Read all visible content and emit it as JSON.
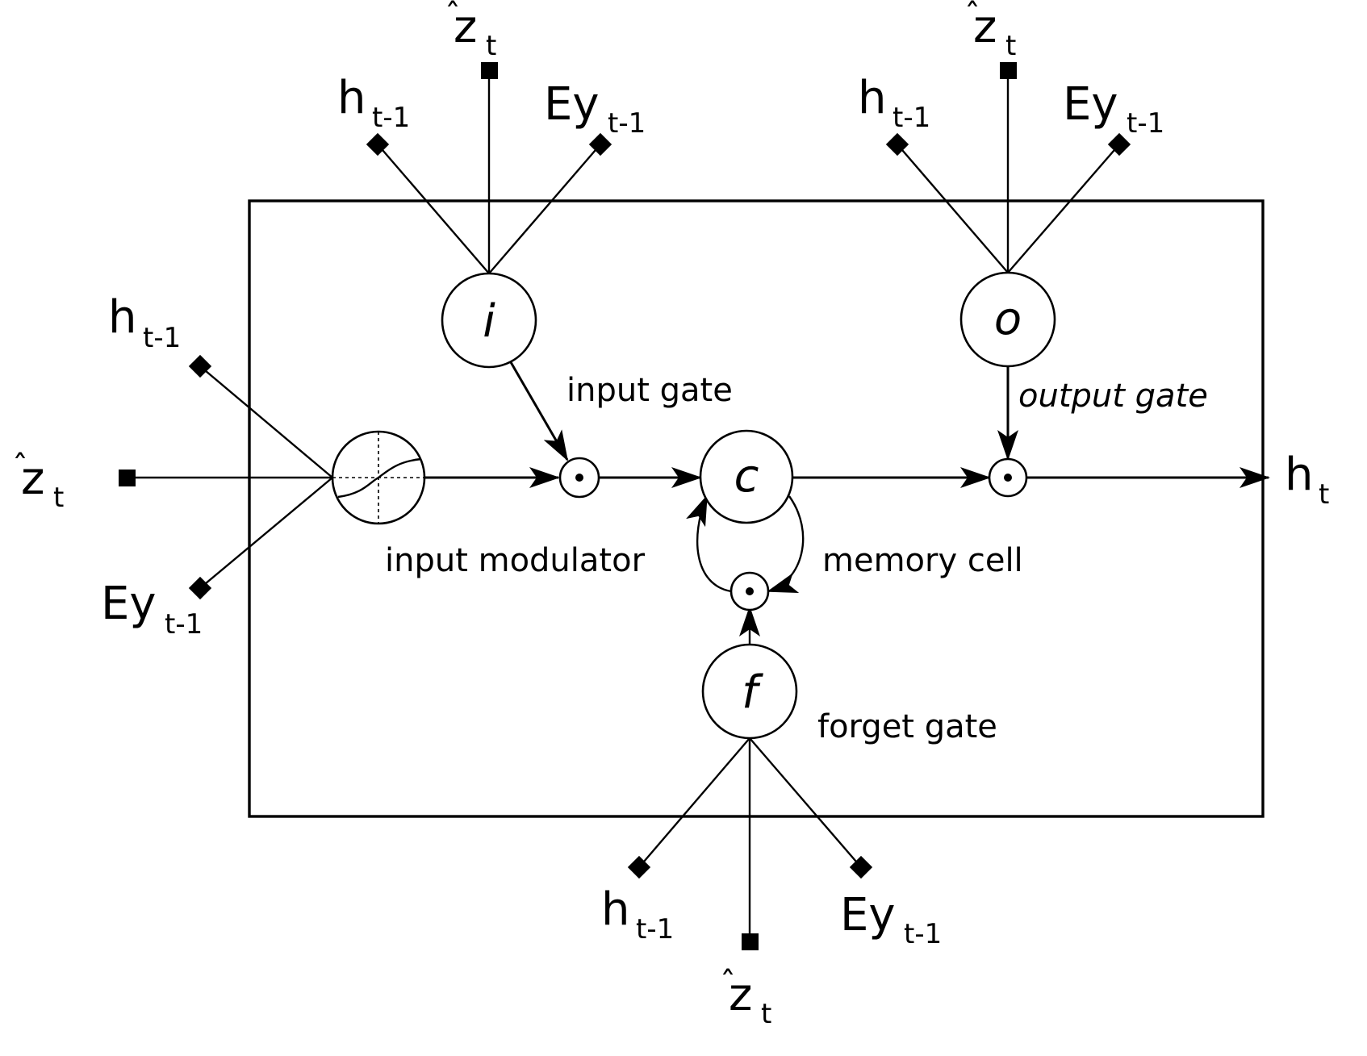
{
  "title": "LSTM cell with attention context input",
  "colors": {
    "stroke": "#000000",
    "background": "#ffffff"
  },
  "inputs": {
    "hidden_prev": {
      "base": "h",
      "sub": "t-1"
    },
    "context": {
      "base": "z",
      "accent": "̂",
      "sub": "t"
    },
    "embedding_prev": {
      "base": "Ey",
      "sub": "t-1"
    }
  },
  "output": {
    "base": "h",
    "sub": "t"
  },
  "nodes": {
    "input_gate": {
      "symbol": "i",
      "caption": "input gate"
    },
    "output_gate": {
      "symbol": "o",
      "caption": "output gate"
    },
    "forget_gate": {
      "symbol": "f",
      "caption": "forget gate"
    },
    "memory_cell": {
      "symbol": "c",
      "caption": "memory cell"
    },
    "input_modulator": {
      "icon": "sigmoid-curve-icon",
      "caption": "input modulator"
    },
    "multiply": {
      "symbol": "⊙",
      "icon": "elementwise-product-icon"
    }
  },
  "terminal_markers": {
    "context": "square-marker",
    "hidden_prev": "diamond-marker",
    "embedding_prev": "diamond-marker"
  }
}
